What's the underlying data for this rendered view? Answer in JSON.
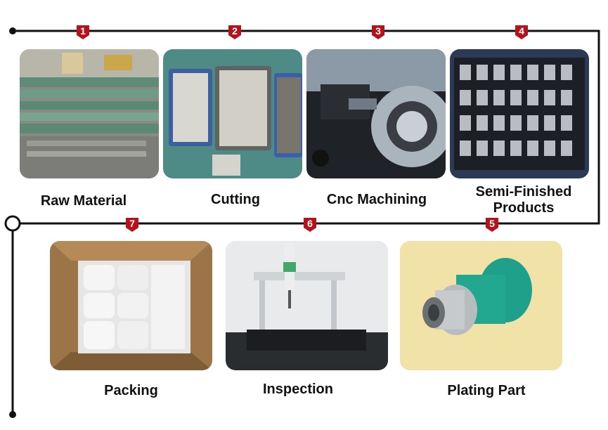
{
  "accent_color": "#b5121b",
  "line_color": "#111111",
  "steps": [
    {
      "number": "1",
      "label": "Raw Material",
      "image": "raw-material-photo"
    },
    {
      "number": "2",
      "label": "Cutting",
      "image": "cutting-photo"
    },
    {
      "number": "3",
      "label": "Cnc Machining",
      "image": "cnc-machining-photo"
    },
    {
      "number": "4",
      "label_line1": "Semi-Finished",
      "label_line2": "Products",
      "image": "semi-finished-products-photo"
    },
    {
      "number": "5",
      "label": "Plating Part",
      "image": "plating-part-photo"
    },
    {
      "number": "6",
      "label": "Inspection",
      "image": "inspection-photo"
    },
    {
      "number": "7",
      "label": "Packing",
      "image": "packing-photo"
    }
  ]
}
